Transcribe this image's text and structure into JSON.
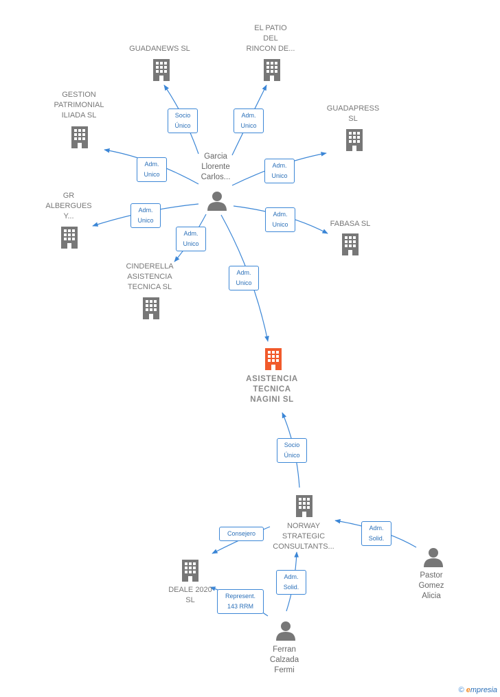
{
  "colors": {
    "edge": "#3b86d6",
    "building": "#777777",
    "main_building": "#f15a2b",
    "person": "#777777"
  },
  "nodes": {
    "guadanews": {
      "label": "GUADANEWS SL",
      "type": "company"
    },
    "el_patio": {
      "label": "EL PATIO\nDEL\nRINCON DE...",
      "type": "company"
    },
    "gestion": {
      "label": "GESTION\nPATRIMONIAL\nILIADA  SL",
      "type": "company"
    },
    "guadapress": {
      "label": "GUADAPRESS\nSL",
      "type": "company"
    },
    "garcia": {
      "label": "Garcia\nLlorente\nCarlos...",
      "type": "person"
    },
    "gr_albergues": {
      "label": "GR\nALBERGUES\nY...",
      "type": "company"
    },
    "fabasa": {
      "label": "FABASA SL",
      "type": "company"
    },
    "cinderella": {
      "label": "CINDERELLA\nASISTENCIA\nTECNICA  SL",
      "type": "company"
    },
    "main": {
      "label": "ASISTENCIA\nTECNICA\nNAGINI  SL",
      "type": "main-company"
    },
    "norway": {
      "label": "NORWAY\nSTRATEGIC\nCONSULTANTS...",
      "type": "company"
    },
    "deale": {
      "label": "DEALE 2020\nSL",
      "type": "company"
    },
    "pastor": {
      "label": "Pastor\nGomez\nAlicia",
      "type": "person"
    },
    "ferran": {
      "label": "Ferran\nCalzada\nFermi",
      "type": "person"
    }
  },
  "relations": {
    "garcia_guadanews": "Socio\nÚnico",
    "garcia_el_patio": "Adm.\nUnico",
    "garcia_gestion": "Adm.\nUnico",
    "garcia_guadapress": "Adm.\nUnico",
    "garcia_gr_albergues": "Adm.\nUnico",
    "garcia_fabasa": "Adm.\nUnico",
    "garcia_cinderella": "Adm.\nUnico",
    "garcia_main": "Adm.\nUnico",
    "norway_main": "Socio\nÚnico",
    "norway_deale": "Consejero",
    "pastor_norway": "Adm.\nSolid.",
    "ferran_norway": "Adm.\nSolid.",
    "ferran_deale": "Represent.\n143 RRM"
  },
  "footer": {
    "copyright": "©",
    "brand_e": "e",
    "brand_rest": "mpresia"
  }
}
